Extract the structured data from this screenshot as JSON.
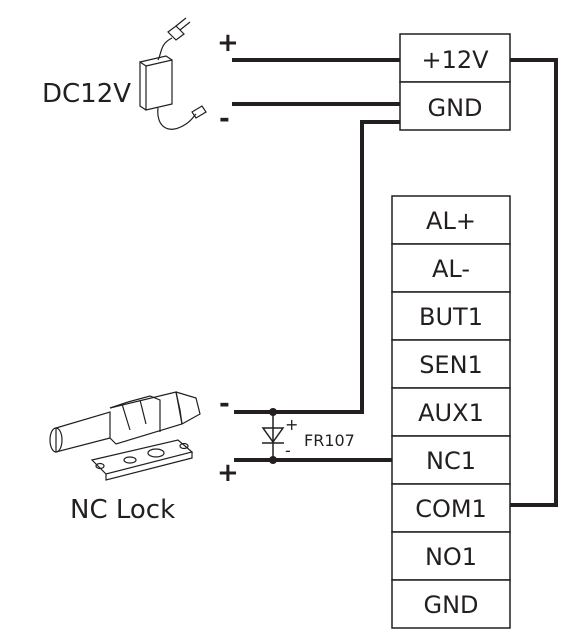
{
  "power_source": {
    "label": "DC12V",
    "plus": "+",
    "minus": "-"
  },
  "top_terminals": [
    "+12V",
    "GND"
  ],
  "bottom_terminals": [
    "AL+",
    "AL-",
    "BUT1",
    "SEN1",
    "AUX1",
    "NC1",
    "COM1",
    "NO1",
    "GND"
  ],
  "lock": {
    "label": "NC Lock",
    "minus": "-",
    "plus": "+"
  },
  "diode": {
    "label": "FR107",
    "plus": "+",
    "minus": "-"
  }
}
